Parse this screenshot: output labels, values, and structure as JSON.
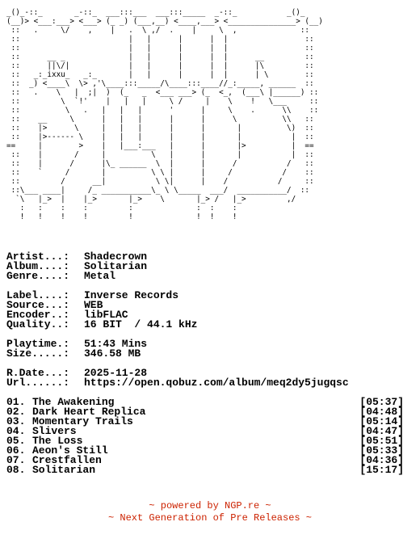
{
  "logo_art": "_()_-::_       _-::_  ___:::___  ___:::_____  _-::_           _()_\n(__)> <___:___> <___> (_ _) (___,__) <____,___> <_______________> (__)\n ::   .     \\/    ,    |   .  \\ ,/  .    |     \\  ,              ::\n ::                        |   |      |      |  |                 ::\n ::                        |   |      |      |  |                 ::\n ::      __ _              |   |      |      |  |      __         ::\n ::      ||\\/|             |   |      |      |  |      |\\         ::\n ::   _:_ixxu_   _:_       |   |      |      |  |      | \\        ::\n ::  _) <____\\  \\> ,'\\____:::_____/\\____:::____//_:_____, ______  ::\n ::   .    \\   |  ;|  )  (_   _  <___ ___> (_  <_,  (___\\ |______) ::\n ::         \\  `!'    |   |   |     \\ /     |    \\    !   \\___     ::\n ::          \\   .   |   |   |      '      |     \\    .      \\\\    ::\n ::    __     \\      |   |   |      |      |      \\          \\\\   ::\n ::    |>      \\     |   |   |      |      |       |          \\)  ::\n ::    |>------ \\    |   |   |      |      |       |           |  ::\n==     |        >    |   |___:___   |      |       |>          |  ==\n ::    |       /     |          \\   |      |       |           |  ::\n ::    |      /      |\\_ ______  \\  |      |      /           /   ::\n ::    `     /       |          \\ \\ |      |     /           /    ::\n ::         /      __|           \\ \\|      |    /           /     ::\n ::\\___ ____|     /_ ___________\\_ \\ \\_____  ___/  ___________/  ::\n  `\\   |_>  |    |_>       |_>    \\       |_> /   |_>         ,/\n   :   :    :    :         :              :  :    :            \n   !   !    !    !         !              !  !    !            ",
  "info": [
    {
      "key": "Artist...:",
      "val": "Shadecrown"
    },
    {
      "key": "Album....:",
      "val": "Solitarian"
    },
    {
      "key": "Genre....:",
      "val": "Metal"
    },
    {
      "key": "Label....:",
      "val": "Inverse Records"
    },
    {
      "key": "Source...:",
      "val": "WEB"
    },
    {
      "key": "Encoder..:",
      "val": "libFLAC"
    },
    {
      "key": "Quality..:",
      "val": "16 BIT  / 44.1 kHz"
    },
    {
      "key": "Playtime.:",
      "val": "51:43 Mins"
    },
    {
      "key": "Size.....:",
      "val": "346.58 MB"
    },
    {
      "key": "R.Date...:",
      "val": "2025-11-28"
    },
    {
      "key": "Url......:",
      "val": "https://open.qobuz.com/album/meq2dy5jugqsc"
    }
  ],
  "tracks": [
    {
      "num": "01.",
      "title": "The Awakening",
      "dur": "[05:37]"
    },
    {
      "num": "02.",
      "title": "Dark Heart Replica",
      "dur": "[04:48]"
    },
    {
      "num": "03.",
      "title": "Momentary Trails",
      "dur": "[05:14]"
    },
    {
      "num": "04.",
      "title": "Slivers",
      "dur": "[04:47]"
    },
    {
      "num": "05.",
      "title": "The Loss",
      "dur": "[05:51]"
    },
    {
      "num": "06.",
      "title": "Aeon's Still",
      "dur": "[05:33]"
    },
    {
      "num": "07.",
      "title": "Crestfallen",
      "dur": "[04:36]"
    },
    {
      "num": "08.",
      "title": "Solitarian",
      "dur": "[15:17]"
    }
  ],
  "footer": {
    "line1": "~ powered by NGP.re ~",
    "line2": "~ Next Generation of Pre Releases ~"
  },
  "colors": {
    "footer": "#cc2200"
  }
}
